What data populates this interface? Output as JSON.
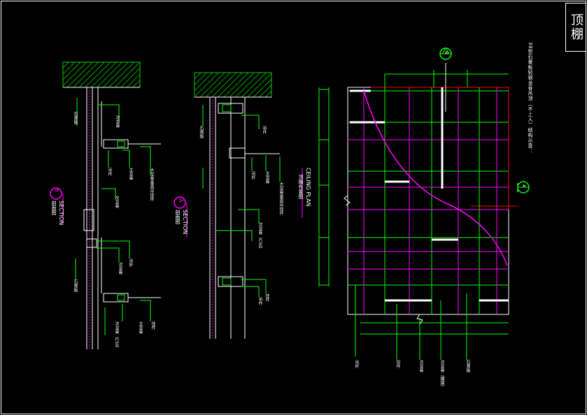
{
  "title": "顶棚",
  "note": "38型石膏板轻钢龙骨吊顶（不上人）结构示意：",
  "plan": {
    "title_en": "CEILING PLAN",
    "title_cn": "顶棚布置图",
    "marker_a": "A",
    "marker_b": "B",
    "labels": [
      "吊杆",
      "扣件",
      "次龙骨",
      "次龙骨（横撑）",
      "石膏板"
    ]
  },
  "section_a": {
    "title_en": "SECTION",
    "title_cn": "剖面图",
    "letter": "A",
    "labels": [
      "石膏板",
      "吊件",
      "吊杆",
      "主龙骨",
      "大龙骨垂直吊挂件",
      "次龙骨（C50）",
      "吊件",
      "挂件"
    ]
  },
  "section_b": {
    "title_en": "SECTION",
    "title_cn": "剖面图",
    "letter": "B",
    "labels": [
      "石膏板",
      "次龙骨",
      "吊件",
      "主龙骨",
      "次龙骨",
      "大龙骨垂直吊挂件",
      "石膏板",
      "次龙骨",
      "吊杆",
      "主龙骨",
      "挂件",
      "次龙骨（C50）"
    ]
  },
  "colors": {
    "background": "#000000",
    "line_white": "#ffffff",
    "line_green": "#00ff00",
    "line_magenta": "#ff00ff",
    "line_red": "#ff0000",
    "hatch": "#00cc00"
  }
}
